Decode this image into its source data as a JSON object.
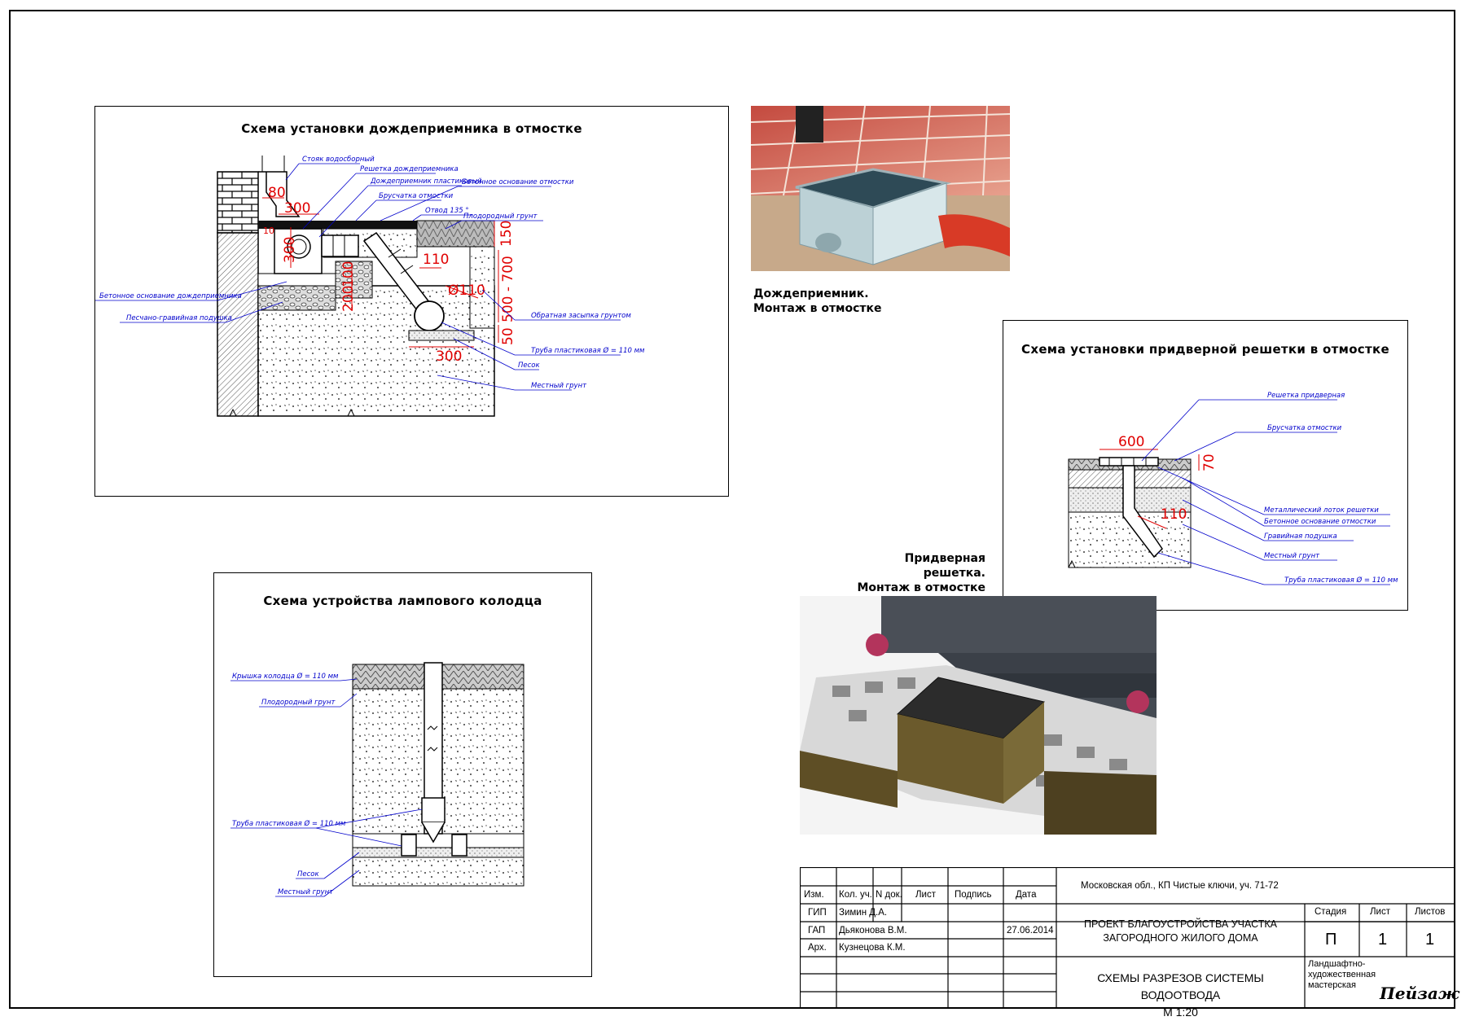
{
  "panel1": {
    "title": "Схема установки дождеприемника в отмостке",
    "labels": {
      "stoyak": "Стояк водосборный",
      "reshetka": "Решетка дождеприемника",
      "dozhdepriemnik": "Дождеприемник пластиковый",
      "bruschatka": "Брусчатка отмостки",
      "betonnoe_otm": "Бетонное основание отмостки",
      "otvod": "Отвод 135 °",
      "plodorodny": "Плодородный грунт",
      "beton_dozhd": "Бетонное основание дождеприемника",
      "peschano": "Песчано-гравийная подушка",
      "zasypka": "Обратная засыпка грунтом",
      "truba": "Труба пластиковая Ø = 110 мм",
      "pesok": "Песок",
      "mestny": "Местный грунт"
    },
    "dims": {
      "d80": "80",
      "d300top": "300",
      "d300side": "300",
      "d10": "10",
      "d100": "100",
      "d200": "200",
      "d110": "110",
      "dphi110": "Ø110",
      "d150": "150",
      "d500_700": "500 - 700",
      "d50": "50",
      "d300bot": "300"
    }
  },
  "photo1": {
    "caption_line1": "Дождеприемник.",
    "caption_line2": "Монтаж в отмостке"
  },
  "panel2": {
    "title": "Схема установки придверной решетки в отмостке",
    "labels": {
      "reshetka": "Решетка придверная",
      "bruschatka": "Брусчатка отмостки",
      "lotok": "Металлический лоток решетки",
      "beton": "Бетонное основание отмостки",
      "gravy": "Гравийная подушка",
      "mestny": "Местный грунт",
      "truba": "Труба пластиковая Ø = 110 мм"
    },
    "dims": {
      "d600": "600",
      "d70": "70",
      "d110": "110"
    }
  },
  "photo2": {
    "caption_line1": "Придверная решетка.",
    "caption_line2": "Монтаж в отмостке"
  },
  "panel3": {
    "title": "Схема устройства лампового колодца",
    "labels": {
      "kryshka": "Крышка колодца Ø = 110 мм",
      "plodorodny": "Плодородный грунт",
      "truba": "Труба пластиковая Ø = 110 мм",
      "pesok": "Песок",
      "mestny": "Местный грунт"
    }
  },
  "title_block": {
    "address": "Московская обл., КП Чистые ключи, уч. 71-72",
    "headers": {
      "izm": "Изм.",
      "kol": "Кол. уч.",
      "ndok": "N док.",
      "list": "Лист",
      "podpis": "Подпись",
      "data": "Дата"
    },
    "rows": [
      {
        "role": "ГИП",
        "name": "Зимин Д.А.",
        "date": ""
      },
      {
        "role": "ГАП",
        "name": "Дьяконова В.М.",
        "date": "27.06.2014"
      },
      {
        "role": "Арх.",
        "name": "Кузнецова К.М.",
        "date": ""
      }
    ],
    "project_line1": "ПРОЕКТ БЛАГОУСТРОЙСТВА УЧАСТКА",
    "project_line2": "ЗАГОРОДНОГО ЖИЛОГО ДОМА",
    "sheet_title": "СХЕМЫ РАЗРЕЗОВ СИСТЕМЫ ВОДООТВОДА",
    "scale": "М 1:20",
    "stage_label": "Стадия",
    "sheet_label": "Лист",
    "sheets_label": "Листов",
    "stage": "П",
    "sheet": "1",
    "sheets": "1",
    "org_line1": "Ландшафтно-",
    "org_line2": "художественная",
    "org_line3": "мастерская",
    "logo": "Пейзаж"
  }
}
